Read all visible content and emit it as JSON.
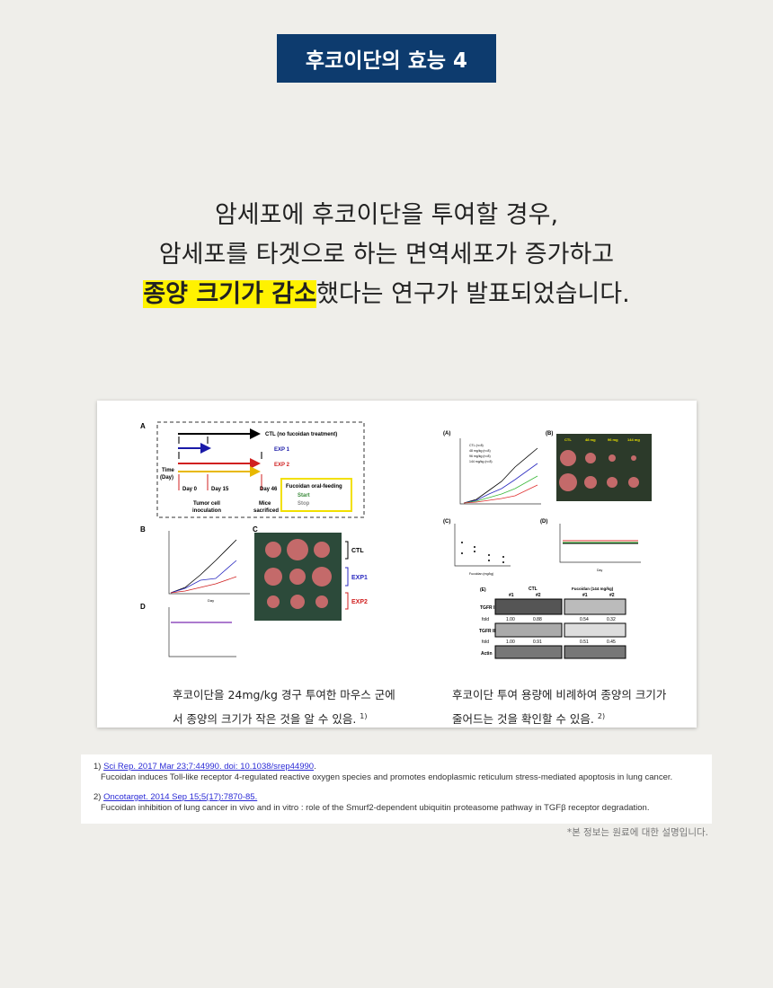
{
  "title_badge": "후코이단의 효능 4",
  "headline": {
    "line1": "암세포에 후코이단을 투여할 경우,",
    "line2": "암세포를 타겟으로 하는 면역세포가 증가하고",
    "line3_highlight": "종양 크기가 감소",
    "line3_rest": "했다는 연구가 발표되었습니다."
  },
  "figure_left": {
    "panel_a": "A",
    "ctl": "CTL (no fucoidan treatment)",
    "exp1": "EXP 1",
    "exp2": "EXP 2",
    "time": "Time",
    "day_unit": "(Day)",
    "day0": "Day 0",
    "day15": "Day 15",
    "day46": "Day 46",
    "tumor": "Tumor cell",
    "inoculation": "inoculation",
    "mice": "Mice",
    "sacrificed": "sacrificed",
    "legend_title": "Fucoidan oral-feeding",
    "start": "Start",
    "stop": "Stop",
    "panel_b": "B",
    "panel_c": "C",
    "panel_d": "D",
    "c_ctl": "CTL",
    "c_exp1": "EXP1",
    "c_exp2": "EXP2",
    "xlabel": "Day"
  },
  "figure_right": {
    "panel_a": "(A)",
    "panel_b": "(B)",
    "panel_c": "(C)",
    "panel_d": "(D)",
    "panel_e": "(E)",
    "b_labels": [
      "CTL",
      "48 mg",
      "96 mg",
      "144 mg"
    ],
    "legend": [
      "CTL (n=8)",
      "48 mg/kg (n=8)",
      "96 mg/kg (n=8)",
      "144 mg/kg (n=8)"
    ],
    "xlabel": "Day",
    "c_xlabel": "Fucoidan (mg/kg)",
    "e_ctl": "CTL",
    "e_fuc": "Fucoidan (144 mg/kg)",
    "e_lanes": [
      "#1",
      "#2",
      "#1",
      "#2"
    ],
    "tgfr1": "TGFR I",
    "tgfr2": "TGFR II",
    "fold": "fold",
    "actin": "Actin",
    "fold1": [
      "1.00",
      "0.88",
      "0.54",
      "0.32"
    ],
    "fold2": [
      "1.00",
      "0.91",
      "0.51",
      "0.45"
    ]
  },
  "captions": {
    "left_line1": "후코이단을 24mg/kg 경구 투여한 마우스 군에",
    "left_line2": "서 종양의 크기가 작은 것을 알 수 있음.",
    "left_ref": "1)",
    "right_line1": "후코이단 투여 용량에 비례하여 종양의 크기가",
    "right_line2": "줄어드는 것을 확인할 수 있음.",
    "right_ref": "2)"
  },
  "references": [
    {
      "num": "1)",
      "link": "Sci Rep. 2017 Mar 23;7:44990. doi: 10.1038/srep44990",
      "title": "Fucoidan induces Toll-like receptor 4-regulated reactive oxygen species and promotes endoplasmic reticulum stress-mediated apoptosis in lung cancer."
    },
    {
      "num": "2)",
      "link": "Oncotarget. 2014 Sep 15;5(17):7870-85.",
      "title": "Fucoidan inhibition of lung cancer in vivo and in vitro : role of the Smurf2-dependent ubiquitin proteasome pathway in TGFβ receptor degradation."
    }
  ],
  "footnote": "*본 정보는 원료에 대한 설명입니다.",
  "colors": {
    "navy": "#0d3b6e",
    "highlight": "#fff200",
    "link": "#2a2ad6"
  }
}
